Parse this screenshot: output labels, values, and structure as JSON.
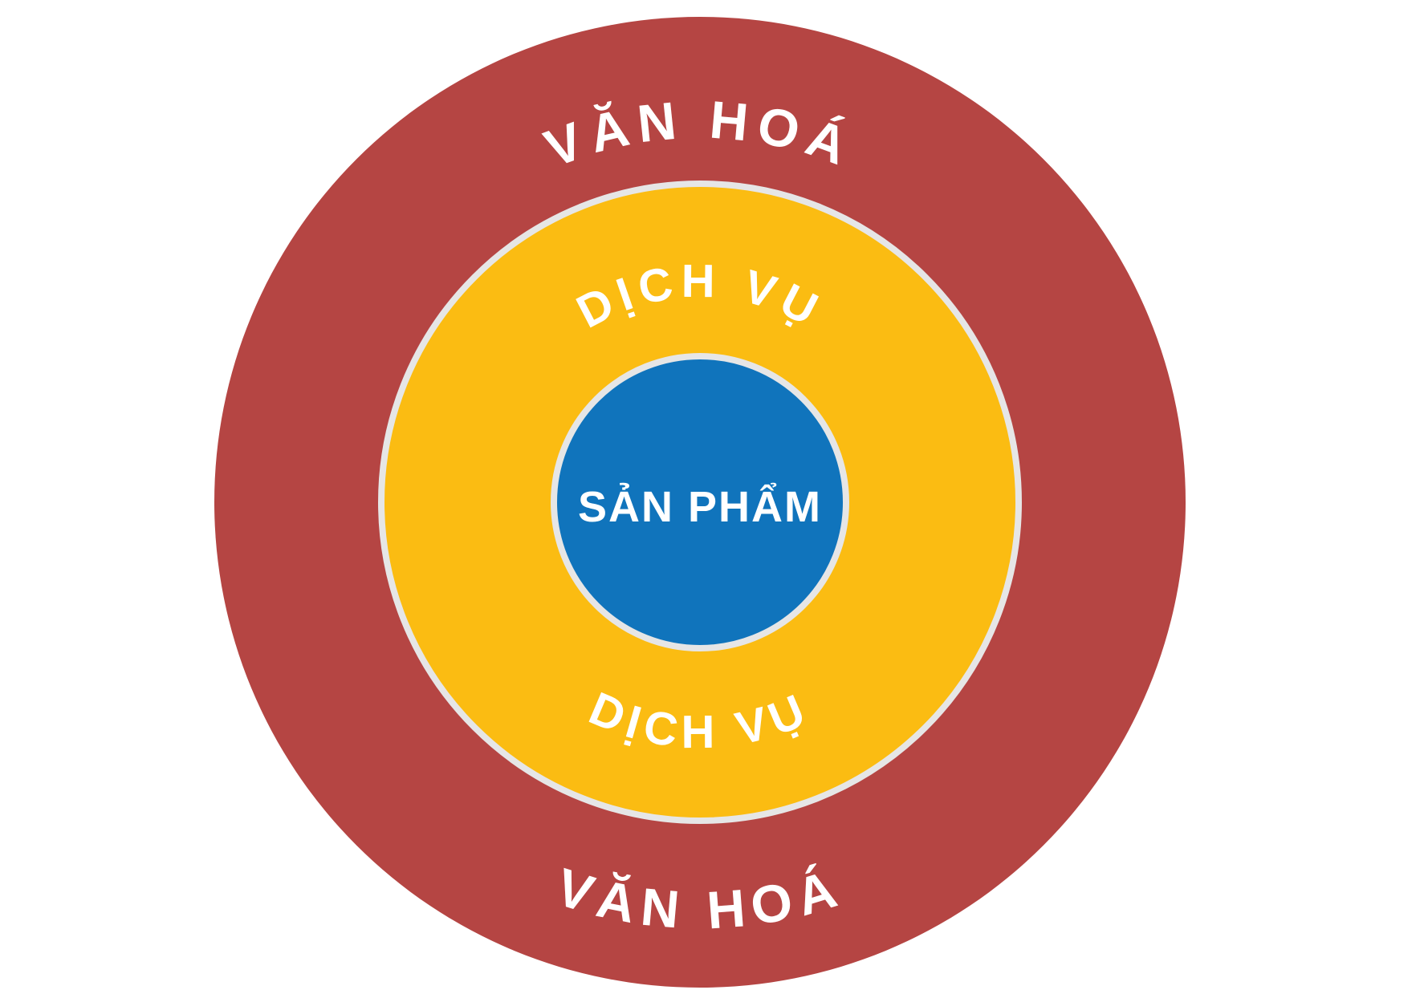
{
  "diagram": {
    "outer_ring": {
      "label_top": "VĂN HOÁ",
      "label_bottom": "VĂN HOÁ",
      "color": "#b54543"
    },
    "middle_ring": {
      "label_top": "DỊCH VỤ",
      "label_bottom": "DỊCH VỤ",
      "color": "#fbbc12"
    },
    "core": {
      "label": "SẢN PHẨM",
      "color": "#1074bc"
    },
    "border_color": "#e6e6e6",
    "text_color": "#ffffff"
  }
}
